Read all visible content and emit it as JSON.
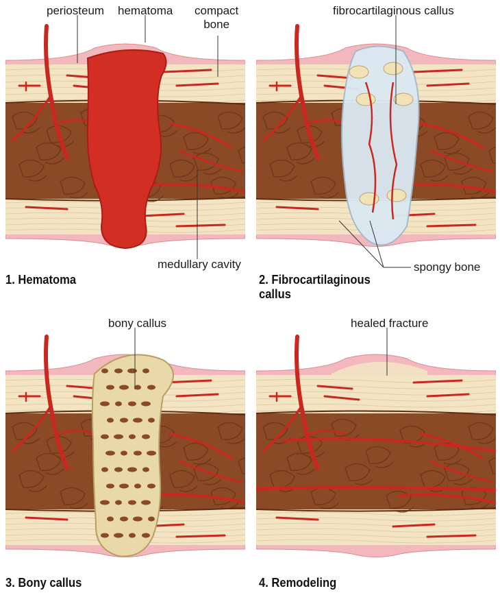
{
  "colors": {
    "periosteum": "#f2b8be",
    "compact_bone": "#f3e4c4",
    "medullary": "#8a4a26",
    "vessel": "#c8281f",
    "hematoma": "#d22e24",
    "fibrocartilage": "#dbe9f3",
    "bony_callus": "#ead9a8"
  },
  "panels": [
    {
      "caption": "1. Hematoma",
      "labels": {
        "periosteum": "periosteum",
        "hematoma": "hematoma",
        "compact_bone": "compact\nbone",
        "medullary_cavity": "medullary cavity"
      }
    },
    {
      "caption": "2. Fibrocartilaginous\ncallus",
      "labels": {
        "fibrocartilaginous_callus": "fibrocartilaginous callus",
        "spongy_bone": "spongy bone"
      }
    },
    {
      "caption": "3. Bony callus",
      "labels": {
        "bony_callus": "bony callus"
      }
    },
    {
      "caption": "4. Remodeling",
      "labels": {
        "healed_fracture": "healed fracture"
      }
    }
  ]
}
